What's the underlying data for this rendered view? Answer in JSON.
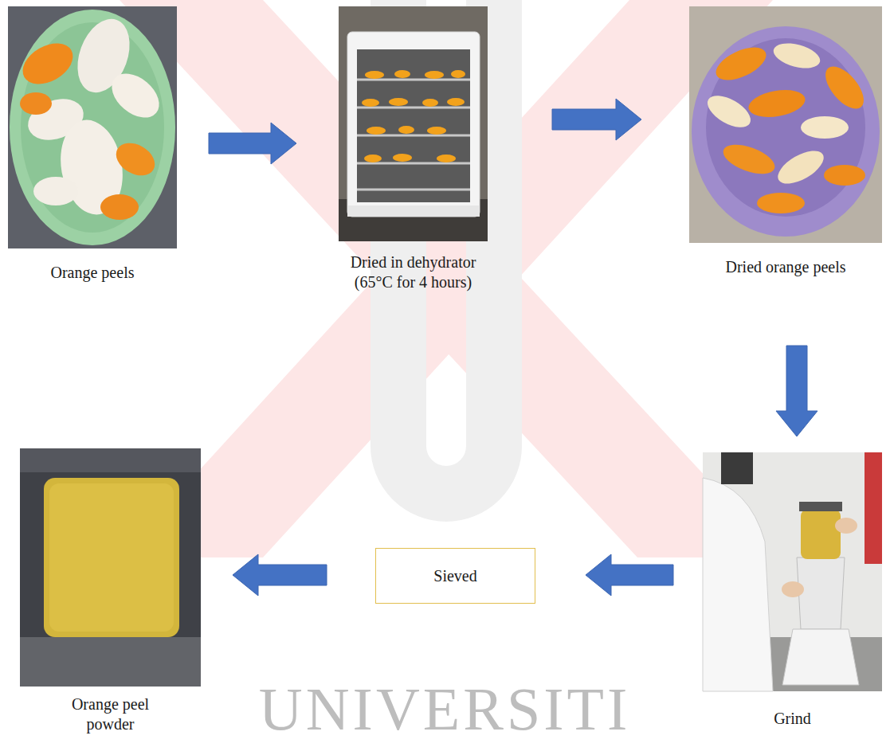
{
  "diagram": {
    "nodes": [
      {
        "text": [
          "Orange peels"
        ]
      },
      {
        "text": [
          "Dried in dehydrator (65°C for 4 hours)"
        ]
      },
      {
        "text": [
          "Dried orange peels"
        ]
      },
      {
        "text": [
          "Grind"
        ]
      },
      {
        "text": [
          "Sieved"
        ]
      },
      {
        "text": [
          "Orange peel powder"
        ]
      }
    ],
    "edges": [
      {
        "from": 0,
        "to": 1,
        "arrow": "to"
      },
      {
        "from": 1,
        "to": 2,
        "arrow": "to"
      },
      {
        "from": 2,
        "to": 3,
        "arrow": "to"
      },
      {
        "from": 3,
        "to": 4,
        "arrow": "to"
      },
      {
        "from": 4,
        "to": 5,
        "arrow": "to"
      }
    ],
    "labels": [
      "UNIVERSITI"
    ]
  }
}
